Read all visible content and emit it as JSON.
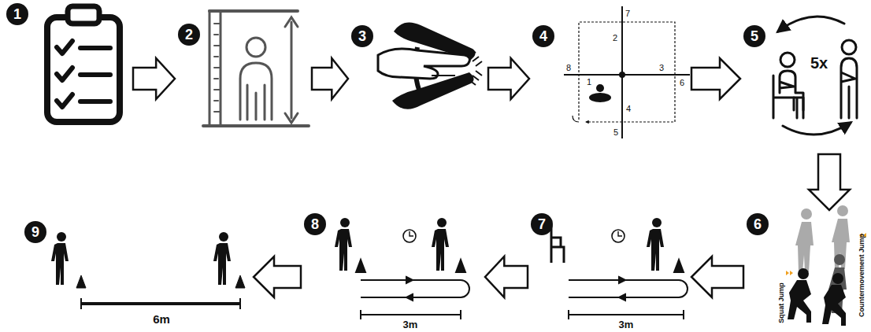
{
  "diagram": {
    "nodes": [
      {
        "text": [
          "1"
        ]
      },
      {
        "text": [
          "2"
        ]
      },
      {
        "text": [
          "3"
        ]
      },
      {
        "text": [
          "4"
        ]
      },
      {
        "text": [
          "5"
        ]
      },
      {
        "text": [
          "6"
        ]
      },
      {
        "text": [
          "7"
        ]
      },
      {
        "text": [
          "8"
        ]
      },
      {
        "text": [
          "9"
        ]
      }
    ],
    "edges": [
      {
        "from": 0,
        "to": 1,
        "arrow": "to"
      },
      {
        "from": 1,
        "to": 2,
        "arrow": "to"
      },
      {
        "from": 2,
        "to": 3,
        "arrow": "to"
      },
      {
        "from": 3,
        "to": 4,
        "arrow": "to"
      },
      {
        "from": 4,
        "to": 5,
        "arrow": "to"
      },
      {
        "from": 5,
        "to": 6,
        "arrow": "to"
      },
      {
        "from": 6,
        "to": 7,
        "arrow": "to"
      },
      {
        "from": 7,
        "to": 8,
        "arrow": "to"
      }
    ],
    "labels": [
      "5x",
      "7",
      "2",
      "8",
      "3",
      "1",
      "6",
      "4",
      "5",
      "Squat Jump",
      "Countermovement Jump",
      "3m",
      "3m",
      "6m"
    ]
  }
}
